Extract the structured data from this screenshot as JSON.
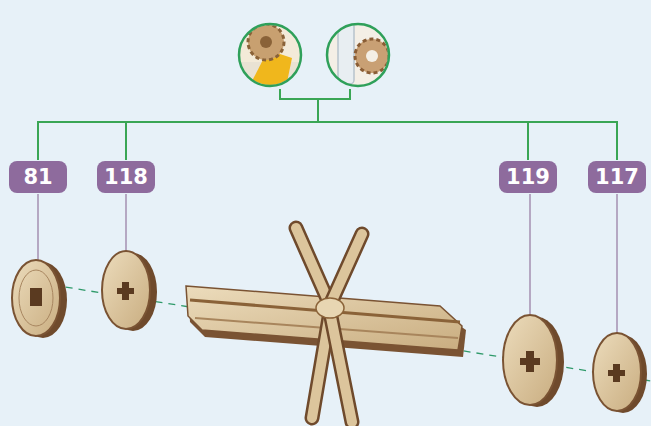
{
  "diagram": {
    "nodes": [
      {
        "text": [
          "81"
        ]
      },
      {
        "text": [
          "118"
        ]
      },
      {
        "text": [
          "119"
        ]
      },
      {
        "text": [
          "117"
        ]
      }
    ]
  }
}
